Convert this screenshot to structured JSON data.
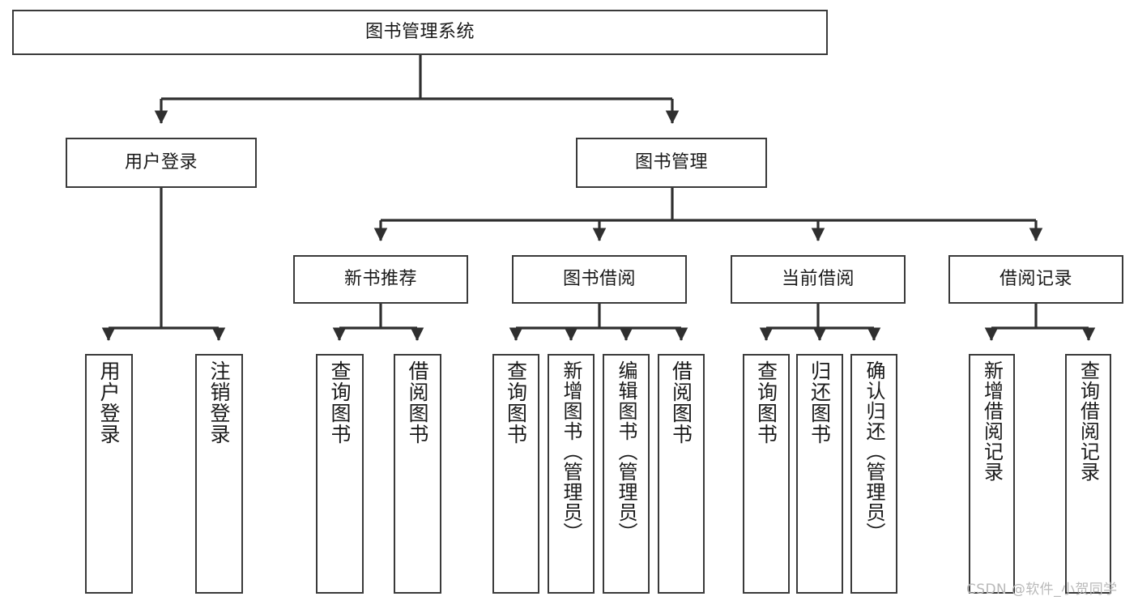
{
  "diagram": {
    "title": "图书管理系统",
    "type": "tree-hierarchy-chart",
    "orientation": "top-down",
    "colors": {
      "box_border": "#3a3a3a",
      "box_fill": "#ffffff",
      "edge": "#2f2f2f",
      "text": "#1a1a1a",
      "watermark": "#b9b9b9",
      "background": "#ffffff"
    }
  },
  "watermark": {
    "text": "CSDN @软件_小贺同学"
  },
  "nodes": {
    "root": {
      "label": "图书管理系统",
      "level": 1
    },
    "l2": [
      {
        "id": "user-login",
        "label": "用户登录",
        "level": 2
      },
      {
        "id": "book-manage",
        "label": "图书管理",
        "level": 2
      }
    ],
    "l3": [
      {
        "id": "new-book-recommend",
        "label": "新书推荐",
        "level": 3,
        "parent": "book-manage"
      },
      {
        "id": "book-borrow",
        "label": "图书借阅",
        "level": 3,
        "parent": "book-manage"
      },
      {
        "id": "current-borrow",
        "label": "当前借阅",
        "level": 3,
        "parent": "book-manage"
      },
      {
        "id": "borrow-record",
        "label": "借阅记录",
        "level": 3,
        "parent": "book-manage"
      }
    ],
    "leaves": [
      {
        "id": "leaf-user-login",
        "label": "用户登录",
        "parent": "user-login"
      },
      {
        "id": "leaf-logout-login",
        "label": "注销登录",
        "parent": "user-login"
      },
      {
        "id": "leaf-query-book-1",
        "label": "查询图书",
        "parent": "new-book-recommend"
      },
      {
        "id": "leaf-borrow-book-1",
        "label": "借阅图书",
        "parent": "new-book-recommend"
      },
      {
        "id": "leaf-query-book-2",
        "label": "查询图书",
        "parent": "book-borrow"
      },
      {
        "id": "leaf-add-book",
        "label": "新增图书（管理员）",
        "parent": "book-borrow"
      },
      {
        "id": "leaf-edit-book",
        "label": "编辑图书（管理员）",
        "parent": "book-borrow"
      },
      {
        "id": "leaf-borrow-book-2",
        "label": "借阅图书",
        "parent": "book-borrow"
      },
      {
        "id": "leaf-query-book-3",
        "label": "查询图书",
        "parent": "current-borrow"
      },
      {
        "id": "leaf-return-book",
        "label": "归还图书",
        "parent": "current-borrow"
      },
      {
        "id": "leaf-confirm-return",
        "label": "确认归还（管理员）",
        "parent": "current-borrow"
      },
      {
        "id": "leaf-add-record",
        "label": "新增借阅记录",
        "parent": "borrow-record"
      },
      {
        "id": "leaf-query-record",
        "label": "查询借阅记录",
        "parent": "borrow-record"
      }
    ]
  }
}
